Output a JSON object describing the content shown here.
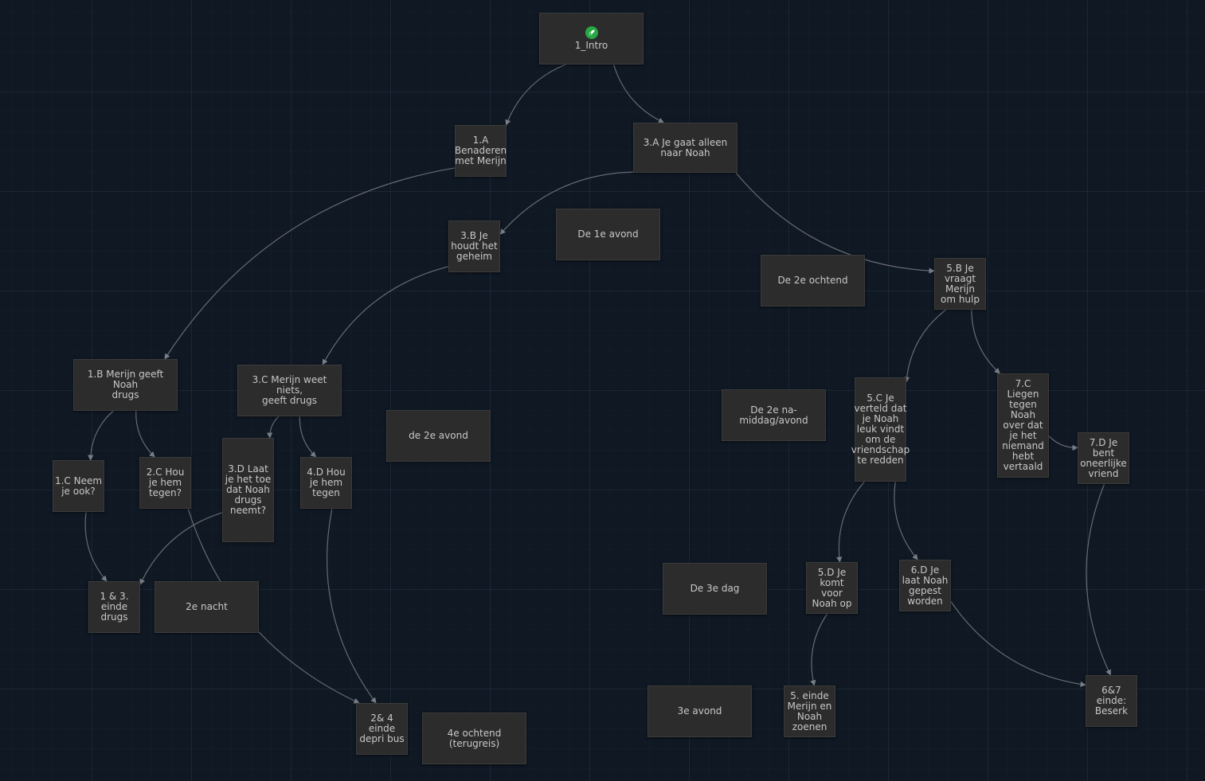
{
  "passages": [
    {
      "id": "intro",
      "name": "1_Intro",
      "start": true
    },
    {
      "id": "p1a",
      "name": "1.A\nBenaderen\nmet Merijn"
    },
    {
      "id": "p3a",
      "name": "3.A Je gaat alleen\nnaar Noah"
    },
    {
      "id": "p3b",
      "name": "3.B Je\nhoudt het\ngeheim"
    },
    {
      "id": "avond1",
      "name": "De 1e avond"
    },
    {
      "id": "ochtend2",
      "name": "De 2e ochtend"
    },
    {
      "id": "p5b",
      "name": "5.B Je\nvraagt\nMerijn\nom hulp"
    },
    {
      "id": "p1b",
      "name": "1.B Merijn geeft Noah\ndrugs"
    },
    {
      "id": "p3c",
      "name": "3.C Merijn weet niets,\ngeeft drugs"
    },
    {
      "id": "avond2",
      "name": "de 2e avond"
    },
    {
      "id": "namiddag2",
      "name": "De 2e na-\nmiddag/avond"
    },
    {
      "id": "p5c",
      "name": "5.C Je\nverteld dat\nje Noah\nleuk vindt\nom de\nvriendschap\nte redden"
    },
    {
      "id": "p7c",
      "name": "7.C\nLiegen\ntegen\nNoah\nover dat\nje het\nniemand\nhebt\nvertaald"
    },
    {
      "id": "p7d",
      "name": "7.D Je\nbent\noneerlijke\nvriend"
    },
    {
      "id": "p1c",
      "name": "1.C Neem\nje ook?"
    },
    {
      "id": "p2c",
      "name": "2.C Hou\nje hem\ntegen?"
    },
    {
      "id": "p3d",
      "name": "3.D Laat\nje het toe\ndat Noah\ndrugs\nneemt?"
    },
    {
      "id": "p4d",
      "name": "4.D Hou\nje hem\ntegen"
    },
    {
      "id": "e13",
      "name": "1 & 3.\neinde\ndrugs"
    },
    {
      "id": "nacht2",
      "name": "2e nacht"
    },
    {
      "id": "dag3",
      "name": "De 3e dag"
    },
    {
      "id": "p5d",
      "name": "5.D Je\nkomt\nvoor\nNoah op"
    },
    {
      "id": "p6d",
      "name": "6.D Je\nlaat Noah\ngepest\nworden"
    },
    {
      "id": "e24",
      "name": "2& 4\neinde\ndepri bus"
    },
    {
      "id": "ochtend4",
      "name": "4e ochtend\n(terugreis)"
    },
    {
      "id": "avond3",
      "name": "3e avond"
    },
    {
      "id": "e5",
      "name": "5. einde\nMerijn en\nNoah\nzoenen"
    },
    {
      "id": "e67",
      "name": "6&7\neinde:\nBeserk"
    }
  ],
  "links": [
    {
      "from": "intro",
      "to": "p1a"
    },
    {
      "from": "intro",
      "to": "p3a"
    },
    {
      "from": "p1a",
      "to": "p1b"
    },
    {
      "from": "p3a",
      "to": "p3b"
    },
    {
      "from": "p3a",
      "to": "p5b"
    },
    {
      "from": "p3b",
      "to": "p3c"
    },
    {
      "from": "p1b",
      "to": "p1c"
    },
    {
      "from": "p1b",
      "to": "p2c"
    },
    {
      "from": "p3c",
      "to": "p3d"
    },
    {
      "from": "p3c",
      "to": "p4d"
    },
    {
      "from": "p1c",
      "to": "e13"
    },
    {
      "from": "p3d",
      "to": "e13"
    },
    {
      "from": "p2c",
      "to": "e24"
    },
    {
      "from": "p4d",
      "to": "e24"
    },
    {
      "from": "p5b",
      "to": "p5c"
    },
    {
      "from": "p5b",
      "to": "p7c"
    },
    {
      "from": "p5c",
      "to": "p5d"
    },
    {
      "from": "p5c",
      "to": "p6d"
    },
    {
      "from": "p7c",
      "to": "p7d"
    },
    {
      "from": "p5d",
      "to": "e5"
    },
    {
      "from": "p6d",
      "to": "e67"
    },
    {
      "from": "p7d",
      "to": "e67"
    }
  ]
}
